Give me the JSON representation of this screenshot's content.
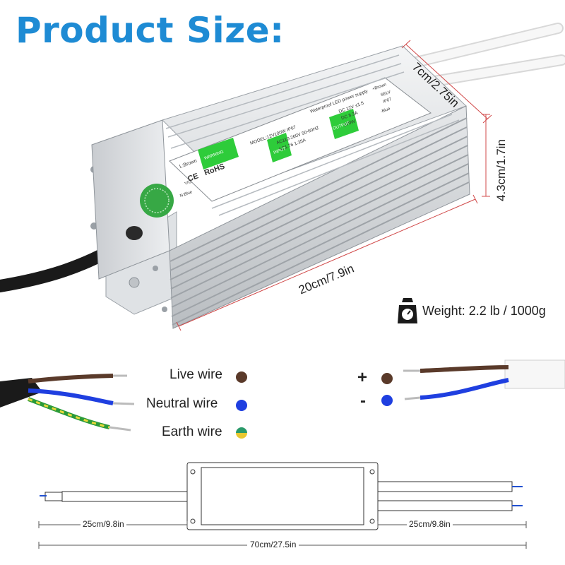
{
  "title": "Product Size:",
  "dimensions": {
    "width": "7cm/2.75in",
    "height": "4.3cm/1.7in",
    "length": "20cm/7.9in"
  },
  "weight": {
    "label": "Weight: 2.2 lb / 1000g",
    "icon": "scale-icon"
  },
  "wires": [
    {
      "label": "Live wire",
      "color": "#5a3a2a"
    },
    {
      "label": "Neutral wire",
      "color": "#1f3fe0"
    },
    {
      "label": "Earth wire",
      "color": "#2a9a6a"
    }
  ],
  "output": [
    {
      "sign": "+",
      "color": "#5a3a2a"
    },
    {
      "sign": "-",
      "color": "#1f3fe0"
    }
  ],
  "cables": {
    "left": "25cm/9.8in",
    "right": "25cm/9.8in",
    "total": "70cm/27.5in"
  },
  "device_labels": {
    "model": "MODEL:12V100W IP67",
    "input_badge": "INPUT",
    "output_badge": "OUTPUT",
    "input_ac": "AC110-260V 50-60HZ",
    "input_current": "AC1.76 1.35A",
    "output_dc": "DC 12V ±1.5",
    "output_current": "DC 8.3A",
    "output_power": "100W",
    "title": "Waterproof LED power supply",
    "warning": "WARNING",
    "rohs": "RoHS",
    "ce": "CE",
    "l_brown": "L:Brown",
    "n_blue": "N:Blue",
    "yg": "Y/G",
    "plus_brown": "+Brown",
    "minus_blue": "-Blue",
    "selv": "SELV",
    "ip67": "IP67"
  }
}
